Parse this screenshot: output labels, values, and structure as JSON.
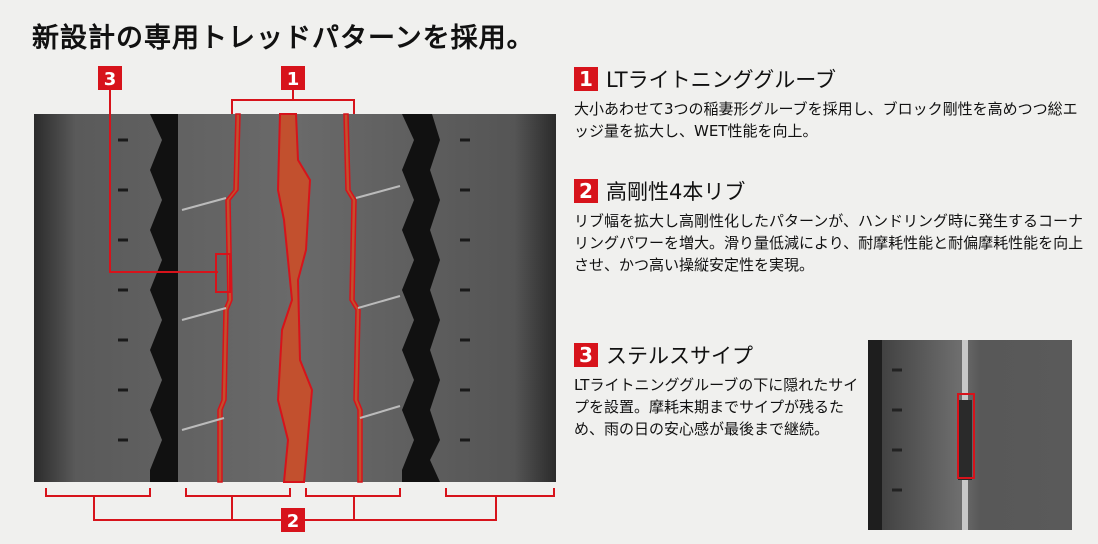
{
  "title": "新設計の専用トレッドパターンを採用。",
  "callouts": {
    "n1": "1",
    "n2": "2",
    "n3": "3"
  },
  "features": [
    {
      "number": "1",
      "title": "LTライトニンググルーブ",
      "text": "大小あわせて3つの稲妻形グルーブを採用し、ブロック剛性を高めつつ総エッジ量を拡大し、WET性能を向上。"
    },
    {
      "number": "2",
      "title": "高剛性4本リブ",
      "text": "リブ幅を拡大し高剛性化したパターンが、ハンドリング時に発生するコーナリングパワーを増大。滑り量低減により、耐摩耗性能と耐偏摩耗性能を向上させ、かつ高い操縦安定性を実現。"
    },
    {
      "number": "3",
      "title": "ステルスサイプ",
      "text": "LTライトニンググルーブの下に隠れたサイプを設置。摩耗末期までサイプが残るため、雨の日の安心感が最後まで継続。"
    }
  ],
  "colors": {
    "accent": "#d7131b",
    "groove": "#c2502e",
    "rubber": "#4a4a4a",
    "background": "#f0f0ee"
  }
}
